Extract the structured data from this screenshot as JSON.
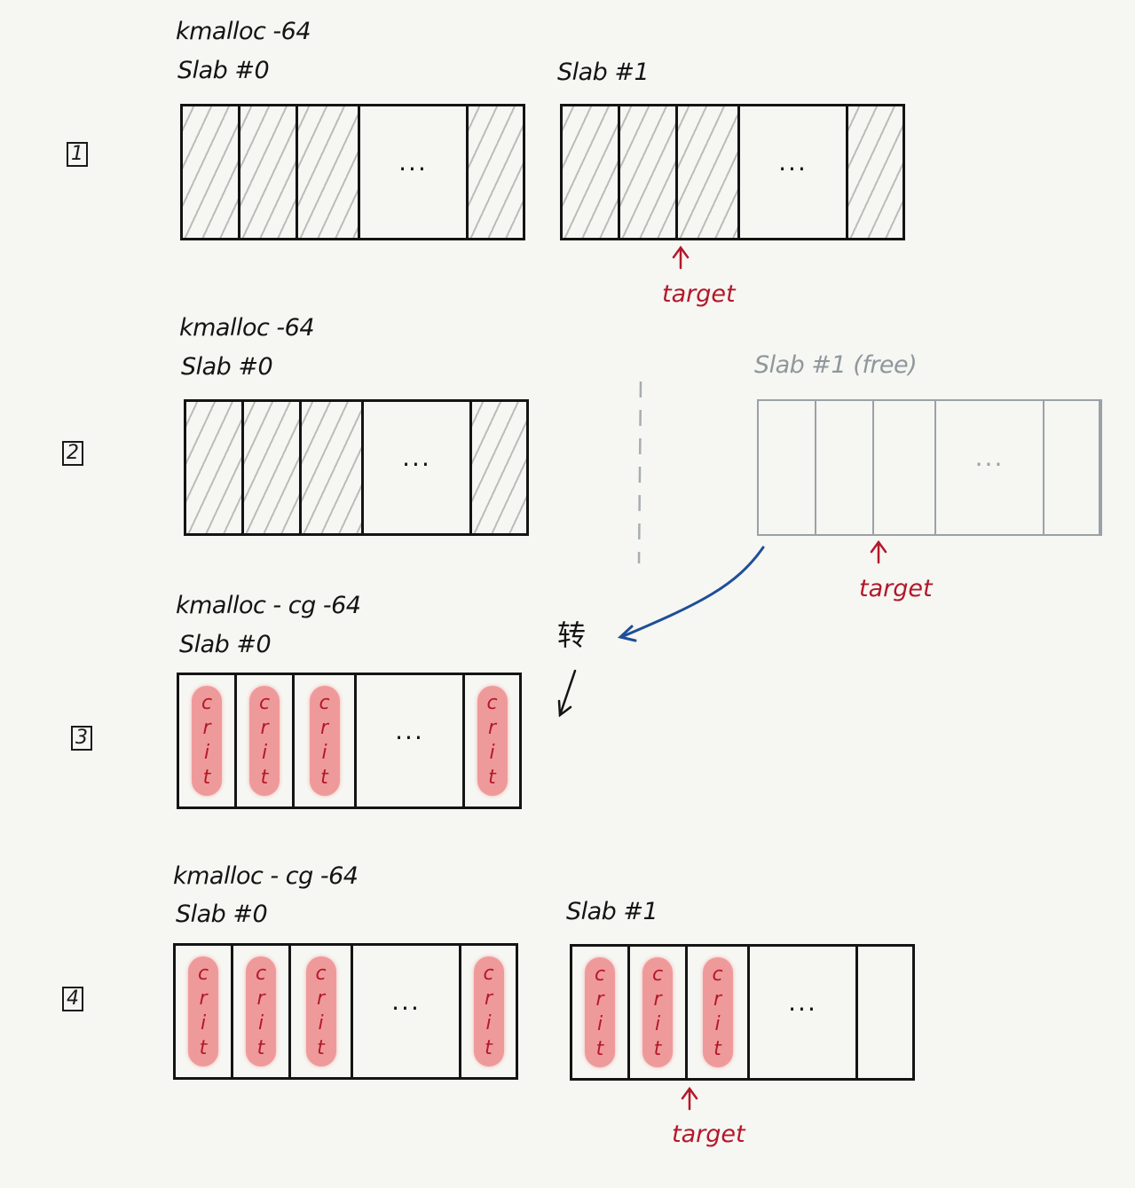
{
  "step_labels": [
    "1",
    "2",
    "3",
    "4"
  ],
  "ellipsis": "···",
  "panel1": {
    "cache": "kmalloc -64",
    "slab0": "Slab #0",
    "slab1": "Slab #1",
    "target": "target"
  },
  "panel2": {
    "cache": "kmalloc -64",
    "slab0": "Slab #0",
    "slab1_free": "Slab #1 (free)",
    "target": "target"
  },
  "panel3": {
    "cache": "kmalloc - cg -64",
    "slab0": "Slab #0"
  },
  "panel4": {
    "cache": "kmalloc - cg -64",
    "slab0": "Slab #0",
    "slab1": "Slab #1",
    "target": "target"
  },
  "object_label": [
    "c",
    "r",
    "i",
    "t"
  ],
  "note_handwritten": "转",
  "colors": {
    "ink": "#141414",
    "free_gray": "#9aa2a7",
    "target_red": "#b3182a",
    "object_fill": "#ef9a9a",
    "arrow_blue": "#1f4f96"
  }
}
